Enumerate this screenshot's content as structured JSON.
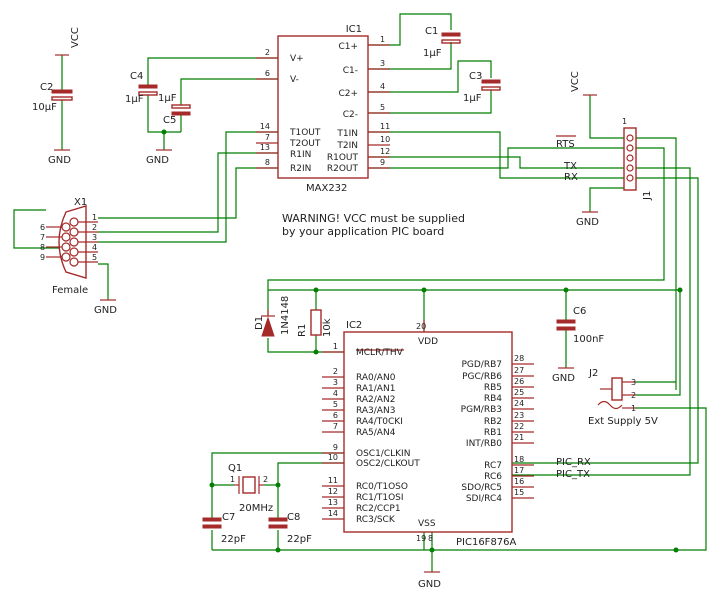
{
  "supply": {
    "vcc": "VCC",
    "gnd": "GND"
  },
  "ic1": {
    "ref": "IC1",
    "part": "MAX232",
    "left_pins": [
      {
        "num": "2",
        "name": "V+"
      },
      {
        "num": "6",
        "name": "V-"
      },
      {
        "num": "14",
        "name": "T1OUT"
      },
      {
        "num": "7",
        "name": "T2OUT"
      },
      {
        "num": "13",
        "name": "R1IN"
      },
      {
        "num": "8",
        "name": "R2IN"
      }
    ],
    "right_pins": [
      {
        "num": "1",
        "name": "C1+"
      },
      {
        "num": "3",
        "name": "C1-"
      },
      {
        "num": "4",
        "name": "C2+"
      },
      {
        "num": "5",
        "name": "C2-"
      },
      {
        "num": "11",
        "name": "T1IN"
      },
      {
        "num": "10",
        "name": "T2IN"
      },
      {
        "num": "12",
        "name": "R1OUT"
      },
      {
        "num": "9",
        "name": "R2OUT"
      }
    ]
  },
  "caps": {
    "c1": {
      "ref": "C1",
      "value": "1µF"
    },
    "c2": {
      "ref": "C2",
      "value": "10µF"
    },
    "c3": {
      "ref": "C3",
      "value": "1µF"
    },
    "c4": {
      "ref": "C4",
      "value": "1µF"
    },
    "c5": {
      "ref": "C5",
      "value": "1µF"
    },
    "c6": {
      "ref": "C6",
      "value": "100nF"
    },
    "c7": {
      "ref": "C7",
      "value": "22pF"
    },
    "c8": {
      "ref": "C8",
      "value": "22pF"
    }
  },
  "x1": {
    "ref": "X1",
    "label": "Female",
    "left_pins": [
      "6",
      "7",
      "8",
      "9"
    ],
    "right_pins": [
      "1",
      "2",
      "3",
      "4",
      "5"
    ]
  },
  "j1": {
    "ref": "J1",
    "pin1": "1",
    "rts": "RTS",
    "tx": "TX",
    "rx": "RX"
  },
  "j2": {
    "ref": "J2",
    "pins": [
      "3",
      "2",
      "1"
    ],
    "label": "Ext Supply 5V"
  },
  "warning": [
    "WARNING! VCC must be supplied",
    "by your application PIC board"
  ],
  "d1": {
    "ref": "D1",
    "value": "1N4148"
  },
  "r1": {
    "ref": "R1",
    "value": "10k"
  },
  "q1": {
    "ref": "Q1",
    "value": "20MHz",
    "pin1": "1",
    "pin2": "2"
  },
  "ic2": {
    "ref": "IC2",
    "part": "PIC16F876A",
    "vdd": {
      "num": "20",
      "name": "VDD"
    },
    "vss": {
      "name": "VSS",
      "nums": [
        "19",
        "8"
      ]
    },
    "left_pins": [
      {
        "num": "1",
        "name": "MCLR/THV"
      },
      {
        "num": "2",
        "name": "RA0/AN0"
      },
      {
        "num": "3",
        "name": "RA1/AN1"
      },
      {
        "num": "4",
        "name": "RA2/AN2"
      },
      {
        "num": "5",
        "name": "RA3/AN3"
      },
      {
        "num": "6",
        "name": "RA4/T0CKI"
      },
      {
        "num": "7",
        "name": "RA5/AN4"
      },
      {
        "num": "9",
        "name": "OSC1/CLKIN"
      },
      {
        "num": "10",
        "name": "OSC2/CLKOUT"
      },
      {
        "num": "11",
        "name": "RC0/T1OSO"
      },
      {
        "num": "12",
        "name": "RC1/T1OSI"
      },
      {
        "num": "13",
        "name": "RC2/CCP1"
      },
      {
        "num": "14",
        "name": "RC3/SCK"
      }
    ],
    "right_pins": [
      {
        "num": "28",
        "name": "PGD/RB7"
      },
      {
        "num": "27",
        "name": "PGC/RB6"
      },
      {
        "num": "26",
        "name": "RB5"
      },
      {
        "num": "25",
        "name": "RB4"
      },
      {
        "num": "24",
        "name": "PGM/RB3"
      },
      {
        "num": "23",
        "name": "RB2"
      },
      {
        "num": "22",
        "name": "RB1"
      },
      {
        "num": "21",
        "name": "INT/RB0"
      },
      {
        "num": "18",
        "name": "RC7"
      },
      {
        "num": "17",
        "name": "RC6"
      },
      {
        "num": "16",
        "name": "SDO/RC5"
      },
      {
        "num": "15",
        "name": "SDI/RC4"
      }
    ]
  },
  "nets": {
    "pic_rx": "PIC_RX",
    "pic_tx": "PIC_TX"
  }
}
